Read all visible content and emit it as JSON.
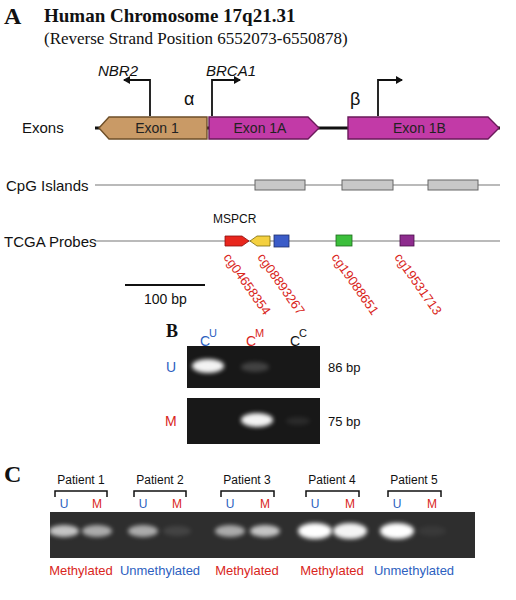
{
  "diagram": {
    "nodes": [
      {
        "text": [
          "Exon 1"
        ]
      },
      {
        "text": [
          "Exon 1A"
        ]
      },
      {
        "text": [
          "Exon 1B"
        ]
      }
    ],
    "labels": [
      "A",
      "Human Chromosome 17q21.31",
      "(Reverse Strand Position 6552073-6550878)",
      "NBR2",
      "BRCA1",
      "α",
      "β",
      "Exons",
      "CpG Islands",
      "TCGA Probes",
      "MSPCR",
      "cg04658354",
      "cg08893267",
      "cg19088651",
      "cg19531713",
      "100 bp",
      "B",
      "C",
      "U",
      "C",
      "M",
      "C",
      "C",
      "U",
      "M",
      "86 bp",
      "75 bp",
      "C",
      "Patient 1",
      "Patient 2",
      "Patient 3",
      "Patient 4",
      "Patient 5",
      "U",
      "M",
      "U",
      "M",
      "U",
      "M",
      "U",
      "M",
      "U",
      "M",
      "Methylated",
      "Unmethylated",
      "Methylated",
      "Methylated",
      "Unmethylated"
    ]
  }
}
